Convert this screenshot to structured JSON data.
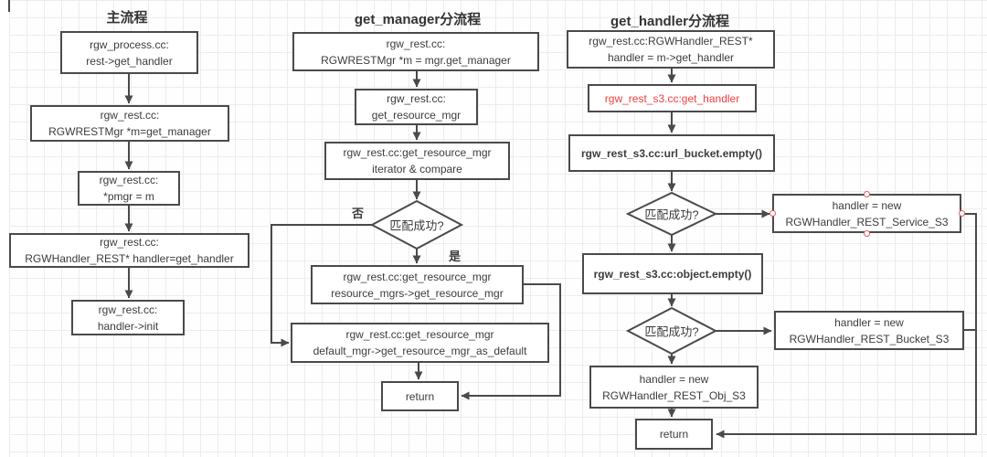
{
  "colors": {
    "line": "#4a4a4a",
    "node_border": "#4a4a4a",
    "node_text": "#3c3c3c",
    "highlight_text": "#f23d3d",
    "connection_point": "#e06161",
    "grid": "#ececec"
  },
  "flows": {
    "main": {
      "title": "主流程",
      "nodes": {
        "process": "rgw_process.cc:\nrest->get_handler",
        "get_manager": "rgw_rest.cc:\nRGWRESTMgr *m=get_manager",
        "pmgr": "rgw_rest.cc:\n*pmgr = m",
        "get_handler": "rgw_rest.cc:\nRGWHandler_REST* handler=get_handler",
        "init": "rgw_rest.cc:\nhandler->init"
      }
    },
    "get_manager": {
      "title": "get_manager分流程",
      "nodes": {
        "mgr_get_manager": "rgw_rest.cc:\nRGWRESTMgr *m = mgr.get_manager",
        "get_resource_mgr": "rgw_rest.cc:\nget_resource_mgr",
        "iterator_compare": "rgw_rest.cc:get_resource_mgr\niterator & compare",
        "resource_mgrs": "rgw_rest.cc:get_resource_mgr\nresource_mgrs->get_resource_mgr",
        "default_mgr": "rgw_rest.cc:get_resource_mgr\ndefault_mgr->get_resource_mgr_as_default",
        "return": "return"
      },
      "decision": "匹配成功?",
      "branch_no": "否",
      "branch_yes": "是"
    },
    "get_handler": {
      "title": "get_handler分流程",
      "nodes": {
        "m_get_handler": "rgw_rest.cc:RGWHandler_REST*\nhandler = m->get_handler",
        "s3_get_handler": "rgw_rest_s3.cc:get_handler",
        "url_bucket_empty": "rgw_rest_s3.cc:url_bucket.empty()",
        "service_s3": "handler = new\nRGWHandler_REST_Service_S3",
        "object_empty": "rgw_rest_s3.cc:object.empty()",
        "bucket_s3": "handler = new\nRGWHandler_REST_Bucket_S3",
        "obj_s3": "handler = new\nRGWHandler_REST_Obj_S3",
        "return": "return"
      },
      "decision_1": "匹配成功?",
      "decision_2": "匹配成功?"
    }
  }
}
